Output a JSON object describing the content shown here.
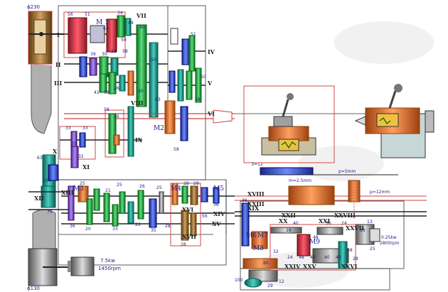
{
  "labels": {
    "pulley_top": "ϕ230",
    "pulley_bottom": "ϕ130",
    "motor": "7.5kw",
    "motor_speed": "1450rpm",
    "clutch_m1": "M 1",
    "clutch_m2": "M2",
    "clutch_m3": "M3",
    "clutch_m4": "M4",
    "clutch_m5": "M5",
    "clutch_m6": "M6",
    "clutch_m7": "M7",
    "clutch_m8": "M8",
    "clutch_m9": "M9",
    "rack_z": "z=12",
    "rack_m": "m=2.5mm",
    "screw_p5": "p=5mm",
    "screw_p12": "p=12mm",
    "motor2": "0.25kw",
    "motor2_speed": "2800rpm"
  },
  "shaft_numerals": [
    "I",
    "II",
    "III",
    "IV",
    "V",
    "VI",
    "VII",
    "VIII",
    "IX",
    "X",
    "XI",
    "XII",
    "XIII",
    "XIV",
    "XV",
    "XVI",
    "XVII",
    "XVIII",
    "XIX",
    "XX",
    "XXI",
    "XXII",
    "XXIII",
    "XXIV",
    "XXV",
    "XXVI",
    "XXVII",
    "XXVIII"
  ],
  "gear_numbers": [
    "56",
    "51",
    "34",
    "50",
    "63",
    "44",
    "22",
    "58",
    "39",
    "30",
    "41",
    "58",
    "26",
    "20",
    "80",
    "50",
    "51",
    "50",
    "58",
    "63",
    "58",
    "26",
    "58",
    "33",
    "33",
    "32",
    "25",
    "63",
    "100",
    "75",
    "36",
    "25",
    "21",
    "25",
    "26",
    "25",
    "28",
    "28",
    "36",
    "36",
    "20",
    "33",
    "26",
    "28",
    "28",
    "35",
    "56",
    "28",
    "32",
    "40",
    "48",
    "36",
    "24",
    "24",
    "48",
    "40",
    "40",
    "40",
    "28",
    "28",
    "80",
    "33",
    "13",
    "25",
    "100",
    "12",
    "29"
  ],
  "colors": {
    "background": "#ffffff",
    "frame": "#333333",
    "pulley": "#9a9a9a",
    "red_gear": "#d8283b",
    "green_gear": "#22b04a",
    "teal_gear": "#1a9b8a",
    "blue_gear": "#3a5ad8",
    "purple_gear": "#8a5ad0",
    "orange": "#f08040",
    "tool_post": "#f0c040",
    "tailstock": "#c7d7d7",
    "red_box": "#d04a4a"
  }
}
